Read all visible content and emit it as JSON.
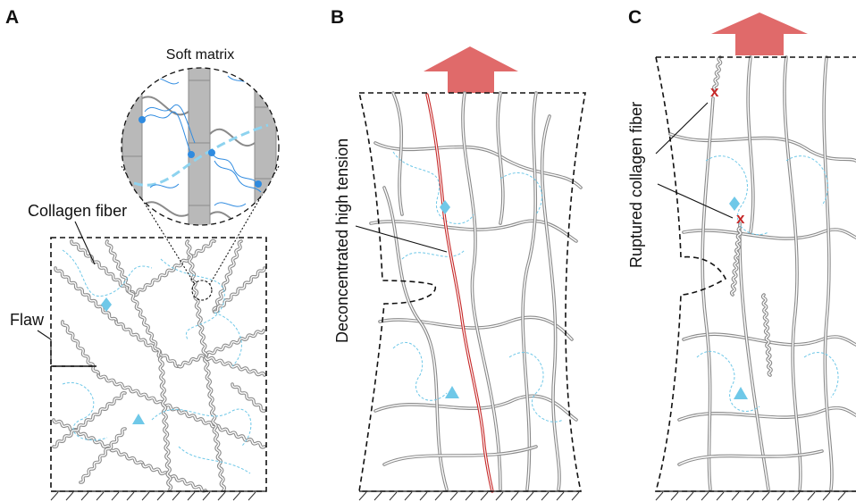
{
  "panels": {
    "a": {
      "letter": "A"
    },
    "b": {
      "letter": "B"
    },
    "c": {
      "letter": "C"
    }
  },
  "labels": {
    "soft_matrix": "Soft matrix",
    "collagen_fiber": "Collagen fiber",
    "flaw": "Flaw",
    "deconcentrated_high_tension": "Deconcentrated high tension",
    "ruptured_collagen_fiber": "Ruptured collagen fiber"
  },
  "colors": {
    "arrow": "#e06a6a",
    "fiber": "#8a8a8a",
    "tension_fiber": "#c62828",
    "matrix_chain": "#6fc8e8",
    "crosslinker": "#2f8be0",
    "rupture_mark": "#c62828"
  },
  "icons": {
    "rupture": "x-mark-icon",
    "load": "up-arrow-icon"
  }
}
